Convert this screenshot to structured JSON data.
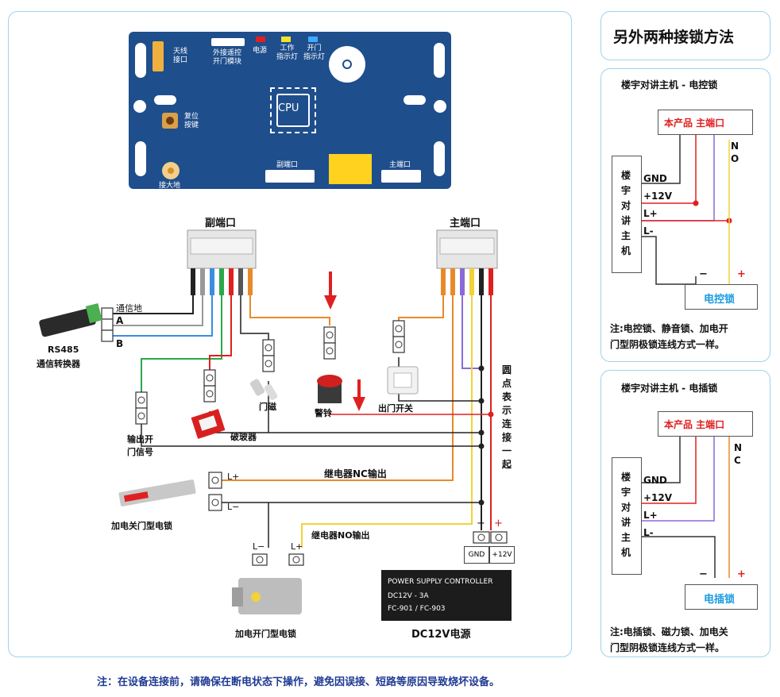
{
  "board": {
    "antenna_label": "天线\n接口",
    "remote_label": "外接遥控\n开门模块",
    "power_label": "电源",
    "work_label": "工作\n指示灯",
    "open_label": "开门\n指示灯",
    "cpu_label": "CPU",
    "reset_label": "复位\n按键",
    "sub_port_label": "副端口",
    "main_port_label": "主端口",
    "ground_label": "接大地"
  },
  "wiring": {
    "sub_port_title": "副端口",
    "main_port_title": "主端口",
    "comm_ground": "通信地",
    "a_label": "A",
    "b_label": "B",
    "rs485_line1": "RS485",
    "rs485_line2": "通信转换器",
    "output_signal": "输出开\n门信号",
    "breaker": "破玻器",
    "door_magnet": "门磁",
    "alarm": "警铃",
    "exit_switch": "出门开关",
    "dot_note": "圆\n点\n表\n示\n连\n接\n一\n起",
    "relay_nc": "继电器NC输出",
    "relay_no": "继电器NO输出",
    "lock_close_label": "加电关门型电锁",
    "lock_open_label": "加电开门型电锁",
    "l_plus": "L+",
    "l_minus": "L−",
    "gnd": "GND",
    "v12": "+12V",
    "minus": "−",
    "plus": "+",
    "psu_line1": "POWER SUPPLY CONTROLLER",
    "psu_line2": "DC12V - 3A",
    "psu_line3": "FC-901 / FC-903",
    "psu_caption": "DC12V电源"
  },
  "side": {
    "title": "另外两种接锁方法",
    "card1": {
      "title": "楼宇对讲主机 - 电控锁",
      "product_port": "本产品  主端口",
      "host_label": "楼\n宇\n对\n讲\n主\n机",
      "gnd": "GND",
      "v12": "+12V",
      "l_plus": "L+",
      "l_minus": "L-",
      "contact": "N\nO",
      "minus": "−",
      "plus": "+",
      "lock": "电控锁",
      "note": "注:电控锁、静音锁、加电开\n门型阴极锁连线方式一样。"
    },
    "card2": {
      "title": "楼宇对讲主机 - 电插锁",
      "product_port": "本产品  主端口",
      "host_label": "楼\n宇\n对\n讲\n主\n机",
      "gnd": "GND",
      "v12": "+12V",
      "l_plus": "L+",
      "l_minus": "L-",
      "contact": "N\nC",
      "minus": "−",
      "plus": "+",
      "lock": "电插锁",
      "note": "注:电插锁、磁力锁、加电关\n门型阴极锁连线方式一样。"
    }
  },
  "footer": {
    "note": "注：在设备连接前，请确保在断电状态下操作，避免因误接、短路等原因导致烧坏设备。"
  },
  "colors": {
    "board_blue": "#1f4e8c",
    "panel_border": "#9fd1ec",
    "red": "#e02020",
    "blue_text": "#1a9be0",
    "footer_text": "#1f3a93"
  }
}
